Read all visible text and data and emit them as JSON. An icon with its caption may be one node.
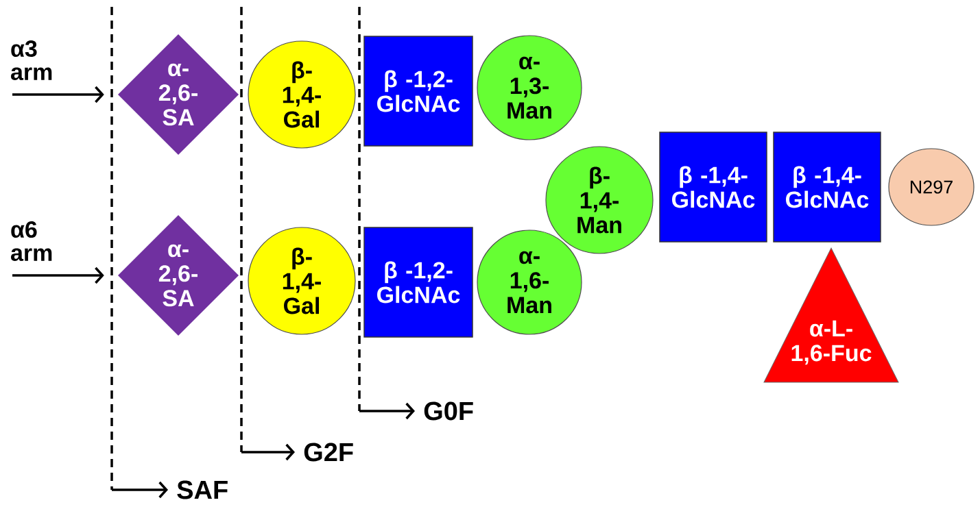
{
  "diagram": {
    "nodes": [
      {
        "text": [
          "α- 2,6- SA"
        ]
      },
      {
        "text": [
          "β- 1,4- Gal"
        ]
      },
      {
        "text": [
          "β -1,2- GlcNAc"
        ]
      },
      {
        "text": [
          "α- 1,3- Man"
        ]
      },
      {
        "text": [
          "α- 2,6- SA"
        ]
      },
      {
        "text": [
          "β- 1,4- Gal"
        ]
      },
      {
        "text": [
          "β -1,2- GlcNAc"
        ]
      },
      {
        "text": [
          "α- 1,6- Man"
        ]
      },
      {
        "text": [
          "β- 1,4- Man"
        ]
      },
      {
        "text": [
          "β -1,4- GlcNAc"
        ]
      },
      {
        "text": [
          "β -1,4- GlcNAc"
        ]
      },
      {
        "text": [
          "N297"
        ]
      },
      {
        "text": [
          "α-L- 1,6-Fuc"
        ]
      }
    ],
    "edges": [
      {
        "from": null,
        "to": 0,
        "arrow": "to",
        "label": "α3 arm"
      },
      {
        "from": null,
        "to": 4,
        "arrow": "to",
        "label": "α6 arm"
      }
    ],
    "labels": [
      "G0F",
      "G2F",
      "SAF"
    ]
  }
}
